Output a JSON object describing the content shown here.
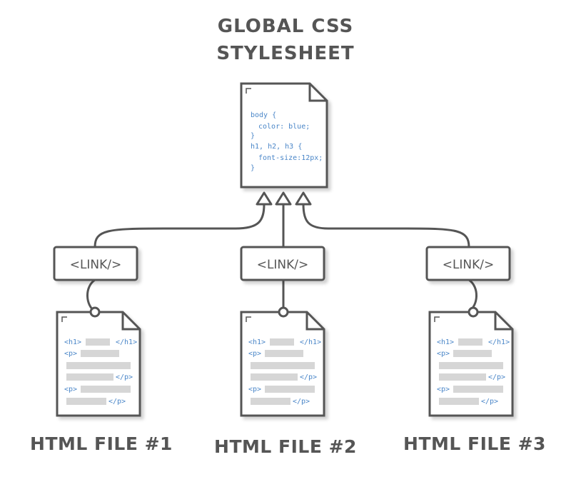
{
  "title": {
    "line1": "GLOBAL CSS",
    "line2": "STYLESHEET"
  },
  "stylesheet": {
    "lines": [
      "body {",
      "color: blue;",
      "}",
      "h1, h2, h3 {",
      "font-size:12px;",
      "}"
    ]
  },
  "link_label": "<LINK/>",
  "html_tokens": {
    "h1_open": "<h1>",
    "h1_close": "</h1>",
    "p_open": "<p>",
    "p_close": "</p>"
  },
  "files": [
    {
      "caption": "HTML FILE #1"
    },
    {
      "caption": "HTML FILE #2"
    },
    {
      "caption": "HTML FILE #3"
    }
  ],
  "colors": {
    "stroke": "#555555",
    "code_blue": "#4a86c8",
    "placeholder": "#d6d6d6"
  }
}
